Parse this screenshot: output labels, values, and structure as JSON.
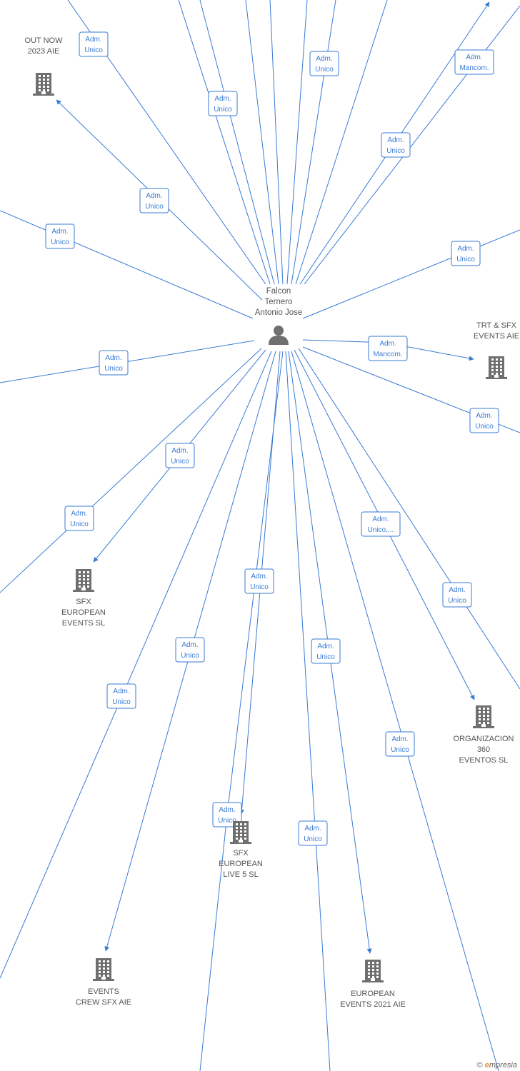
{
  "colors": {
    "edge": "#3a7bd5",
    "node": "#6f6f6f",
    "label": "#555555"
  },
  "person": {
    "name_lines": [
      "Falcon",
      "Ternero",
      "Antonio Jose"
    ],
    "icon": "person-icon"
  },
  "companies": [
    {
      "id": "out-now-2023-aie",
      "lines": [
        "OUT NOW",
        "2023  AIE"
      ],
      "icon": "building-icon"
    },
    {
      "id": "trt-sfx-events-aie",
      "lines": [
        "TRT & SFX",
        "EVENTS AIE"
      ],
      "icon": "building-icon"
    },
    {
      "id": "sfx-european-events-sl",
      "lines": [
        "SFX",
        "EUROPEAN",
        "EVENTS  SL"
      ],
      "icon": "building-icon"
    },
    {
      "id": "organizacion-360-eventos-sl",
      "lines": [
        "ORGANIZACION",
        "360",
        "EVENTOS  SL"
      ],
      "icon": "building-icon"
    },
    {
      "id": "sfx-european-live-5-sl",
      "lines": [
        "SFX",
        "EUROPEAN",
        "LIVE 5  SL"
      ],
      "icon": "building-icon"
    },
    {
      "id": "events-crew-sfx-aie",
      "lines": [
        "EVENTS",
        "CREW SFX AIE"
      ],
      "icon": "building-icon"
    },
    {
      "id": "european-events-2021-aie",
      "lines": [
        "EUROPEAN",
        "EVENTS 2021 AIE"
      ],
      "icon": "building-icon"
    }
  ],
  "relations": [
    {
      "label": [
        "Adm.",
        "Unico"
      ]
    },
    {
      "label": [
        "Adm.",
        "Unico"
      ]
    },
    {
      "label": [
        "Adm.",
        "Unico"
      ]
    },
    {
      "label": [
        "Adm.",
        "Unico"
      ]
    },
    {
      "label": [
        "Adm.",
        "Unico"
      ]
    },
    {
      "label": [
        "Adm.",
        "Mancom."
      ]
    },
    {
      "label": [
        "Adm.",
        "Unico"
      ]
    },
    {
      "label": [
        "Adm.",
        "Unico"
      ]
    },
    {
      "label": [
        "Adm.",
        "Mancom."
      ]
    },
    {
      "label": [
        "Adm.",
        "Unico"
      ]
    },
    {
      "label": [
        "Adm.",
        "Unico"
      ]
    },
    {
      "label": [
        "Adm.",
        "Unico"
      ]
    },
    {
      "label": [
        "Adm.",
        "Unico"
      ]
    },
    {
      "label": [
        "Adm.",
        "Unico,..."
      ]
    },
    {
      "label": [
        "Adm.",
        "Unico"
      ]
    },
    {
      "label": [
        "Adm.",
        "Unico"
      ]
    },
    {
      "label": [
        "Adm.",
        "Unico"
      ]
    },
    {
      "label": [
        "Adm.",
        "Unico"
      ]
    },
    {
      "label": [
        "Adm.",
        "Unico"
      ]
    },
    {
      "label": [
        "Adm.",
        "Unico"
      ]
    },
    {
      "label": [
        "Adm.",
        "Unico"
      ]
    },
    {
      "label": [
        "Adm.",
        "Unico"
      ]
    },
    {
      "label": [
        "Adm.",
        "Unico"
      ]
    }
  ],
  "watermark": {
    "copyright": "©",
    "brand_initial": "e",
    "brand_rest": "mpresia"
  }
}
